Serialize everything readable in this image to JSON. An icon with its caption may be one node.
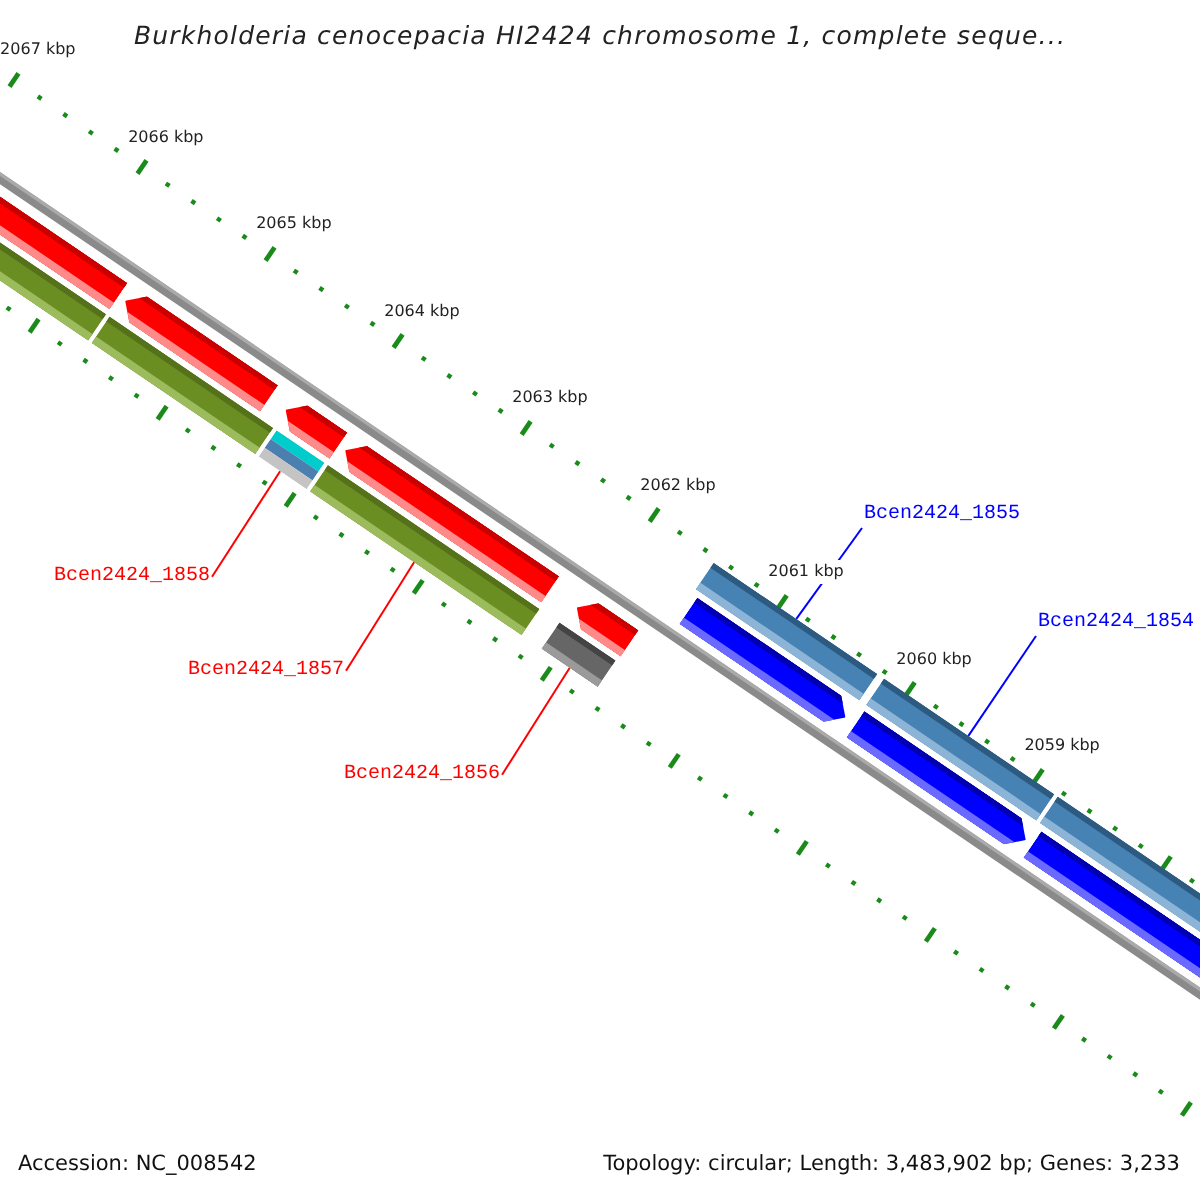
{
  "diagram": {
    "title": "Burkholderia cenocepacia HI2424 chromosome 1, complete seque...",
    "nodes": [
      {
        "text": [
          "Bcen2424_1858"
        ]
      },
      {
        "text": [
          "Bcen2424_1857"
        ]
      },
      {
        "text": [
          "Bcen2424_1856"
        ]
      },
      {
        "text": [
          "Bcen2424_1855"
        ]
      },
      {
        "text": [
          "Bcen2424_1854"
        ]
      },
      {
        "text": [],
        "shape": "bar"
      },
      {
        "text": [],
        "shape": "bar"
      },
      {
        "text": [],
        "shape": "bar"
      },
      {
        "text": [],
        "shape": "bar"
      },
      {
        "text": [],
        "shape": "bar"
      }
    ],
    "edges": [
      {
        "from": 0,
        "to": 5,
        "arrow": "none"
      },
      {
        "from": 1,
        "to": 6,
        "arrow": "none"
      },
      {
        "from": 2,
        "to": 7,
        "arrow": "none"
      },
      {
        "from": 3,
        "to": 8,
        "arrow": "none",
        "color": "#0000ff"
      },
      {
        "from": 4,
        "to": 9,
        "arrow": "none",
        "color": "#0000ff"
      }
    ],
    "labels": [
      "2067 kbp",
      "2066 kbp",
      "2065 kbp",
      "2064 kbp",
      "2063 kbp",
      "2062 kbp",
      "2061 kbp",
      "2060 kbp",
      "2059 kbp",
      "Accession: NC_008542",
      "Topology: circular; Length: 3,483,902 bp; Genes: 3,233"
    ]
  }
}
